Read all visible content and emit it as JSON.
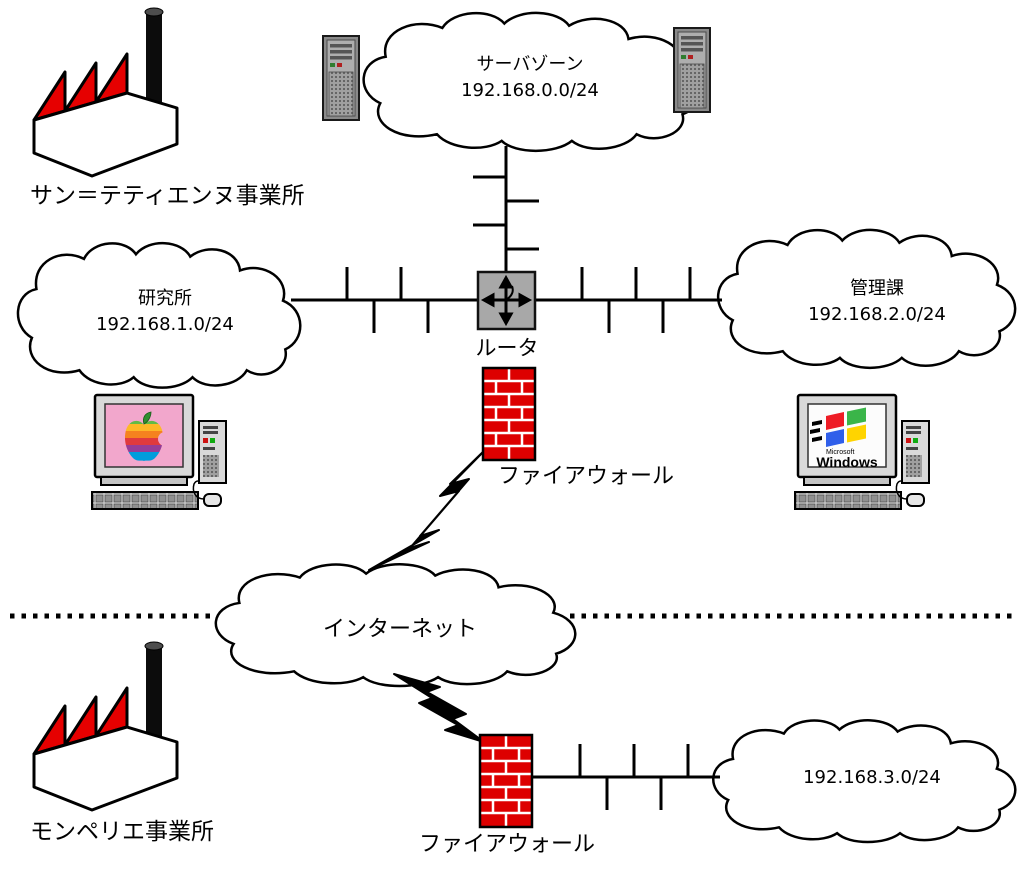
{
  "diagram": {
    "sites": {
      "hq": {
        "office_label": "サン＝テティエンヌ事業所",
        "zones": {
          "server_zone": {
            "name": "サーバゾーン",
            "subnet": "192.168.0.0/24"
          },
          "research": {
            "name": "研究所",
            "subnet": "192.168.1.0/24"
          },
          "admin": {
            "name": "管理課",
            "subnet": "192.168.2.0/24"
          }
        },
        "router_label": "ルータ",
        "firewall_label": "ファイアウォール"
      },
      "branch": {
        "office_label": "モンペリエ事業所",
        "subnet": "192.168.3.0/24",
        "firewall_label": "ファイアウォール"
      }
    },
    "internet_label": "インターネット",
    "windows_pc": {
      "maker": "Microsoft",
      "product": "Windows"
    }
  },
  "icons": {
    "factory": "factory-building-icon",
    "server_tower": "server-tower-icon",
    "router": "router-crossed-arrows-icon",
    "firewall": "brick-wall-icon",
    "lightning_link": "lightning-bolt-icon",
    "cloud": "network-cloud-icon",
    "mac_workstation": "mac-computer-icon",
    "windows_workstation": "windows-computer-icon"
  },
  "colors": {
    "outline": "#000000",
    "cloud_fill": "#ffffff",
    "factory_roof_red": "#e60000",
    "firewall_brick_red": "#dd0000",
    "router_gray": "#a8a8a8",
    "mac_screen_pink": "#f2a7cc",
    "apple_stripes": [
      "#61bb46",
      "#fdb827",
      "#f5821f",
      "#e03a3e",
      "#963d97",
      "#009ddc"
    ],
    "windows_panes": [
      "#ee1c25",
      "#3ab549",
      "#2f5fea",
      "#ffd400"
    ]
  }
}
